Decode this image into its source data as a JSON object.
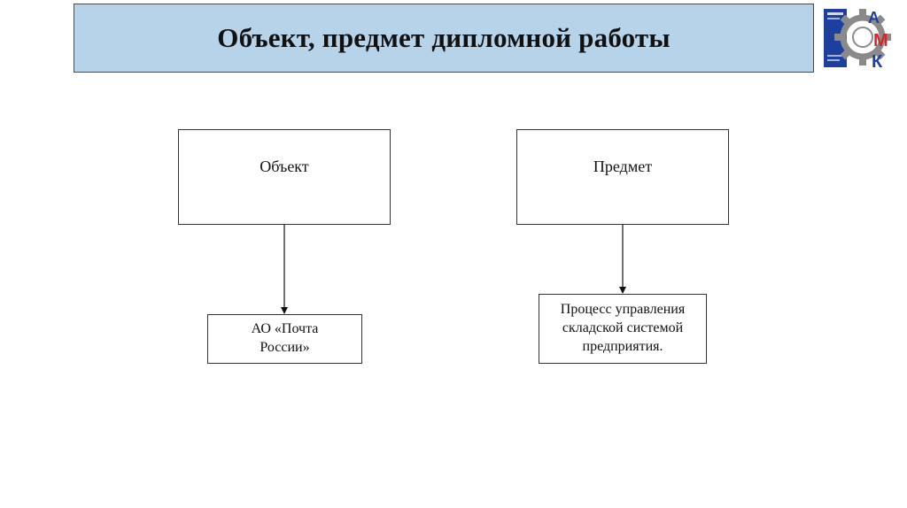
{
  "slide": {
    "title": "Объект, предмет дипломной работы"
  },
  "logo": {
    "icon": "gear-amk-logo-icon",
    "letters": "АМК",
    "colors": {
      "blue": "#1f3f9f",
      "red": "#d8232a",
      "gear": "#8a8a8a"
    }
  },
  "diagram": {
    "nodes": {
      "object": "Объект",
      "subject": "Предмет",
      "object_value": "АО «Почта\nРоссии»",
      "subject_value": "Процесс управления\nскладской системой\nпредприятия."
    },
    "edges": [
      {
        "from": "object",
        "to": "object_value"
      },
      {
        "from": "subject",
        "to": "subject_value"
      }
    ]
  },
  "colors": {
    "title_bg": "#b7d3ea",
    "border": "#333333"
  }
}
